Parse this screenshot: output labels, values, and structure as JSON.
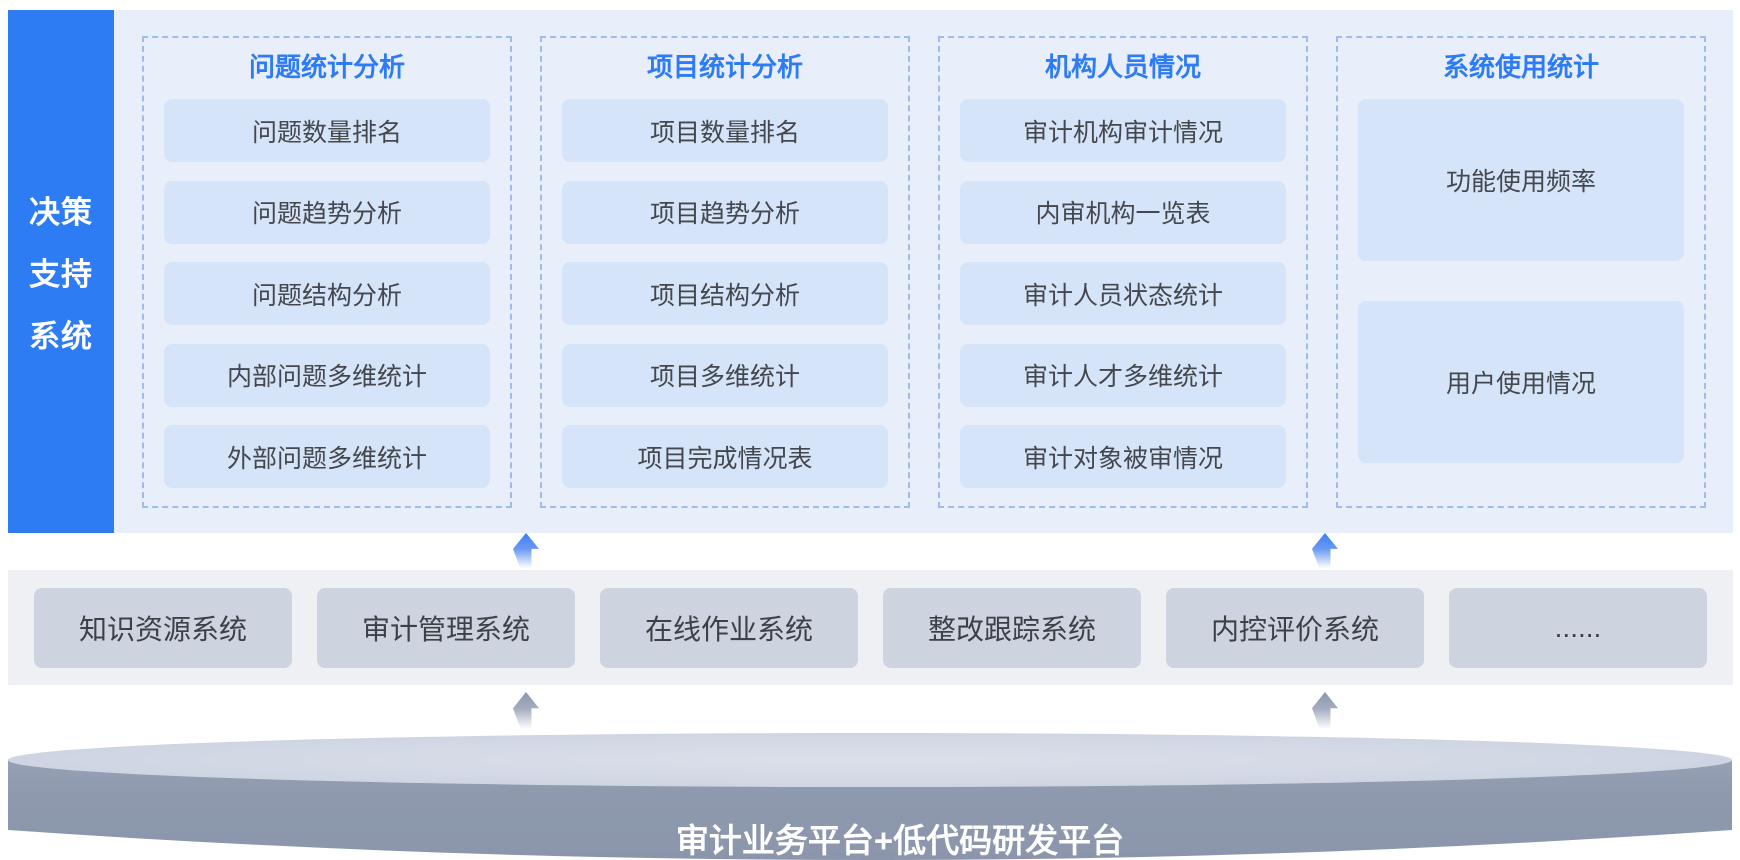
{
  "sidebar": {
    "title_lines": [
      "决策",
      "支持",
      "系统"
    ]
  },
  "decision_columns": [
    {
      "title": "问题统计分析",
      "items": [
        "问题数量排名",
        "问题趋势分析",
        "问题结构分析",
        "内部问题多维统计",
        "外部问题多维统计"
      ]
    },
    {
      "title": "项目统计分析",
      "items": [
        "项目数量排名",
        "项目趋势分析",
        "项目结构分析",
        "项目多维统计",
        "项目完成情况表"
      ]
    },
    {
      "title": "机构人员情况",
      "items": [
        "审计机构审计情况",
        "内审机构一览表",
        "审计人员状态统计",
        "审计人才多维统计",
        "审计对象被审情况"
      ]
    },
    {
      "title": "系统使用统计",
      "items": [
        "功能使用频率",
        "用户使用情况"
      ]
    }
  ],
  "systems": [
    "知识资源系统",
    "审计管理系统",
    "在线作业系统",
    "整改跟踪系统",
    "内控评价系统",
    "......"
  ],
  "platform_label": "审计业务平台+低代码研发平台",
  "colors": {
    "sidebar_blue": "#2e7cf4",
    "panel_bg": "#e9eefb",
    "column_title_blue": "#2e7cf5",
    "dashed_border": "#9fbceb",
    "stat_item_bg": "#d6e4f9",
    "stat_item_text": "#44474d",
    "systems_row_bg": "#eef0f4",
    "system_box_bg": "#cdd4df",
    "system_box_text": "#3d4147",
    "arrow_blue": "#3c7df2",
    "arrow_gray": "#8c96ab",
    "cylinder_top": "#d0d6e3",
    "cylinder_body": "#8e99ae"
  }
}
